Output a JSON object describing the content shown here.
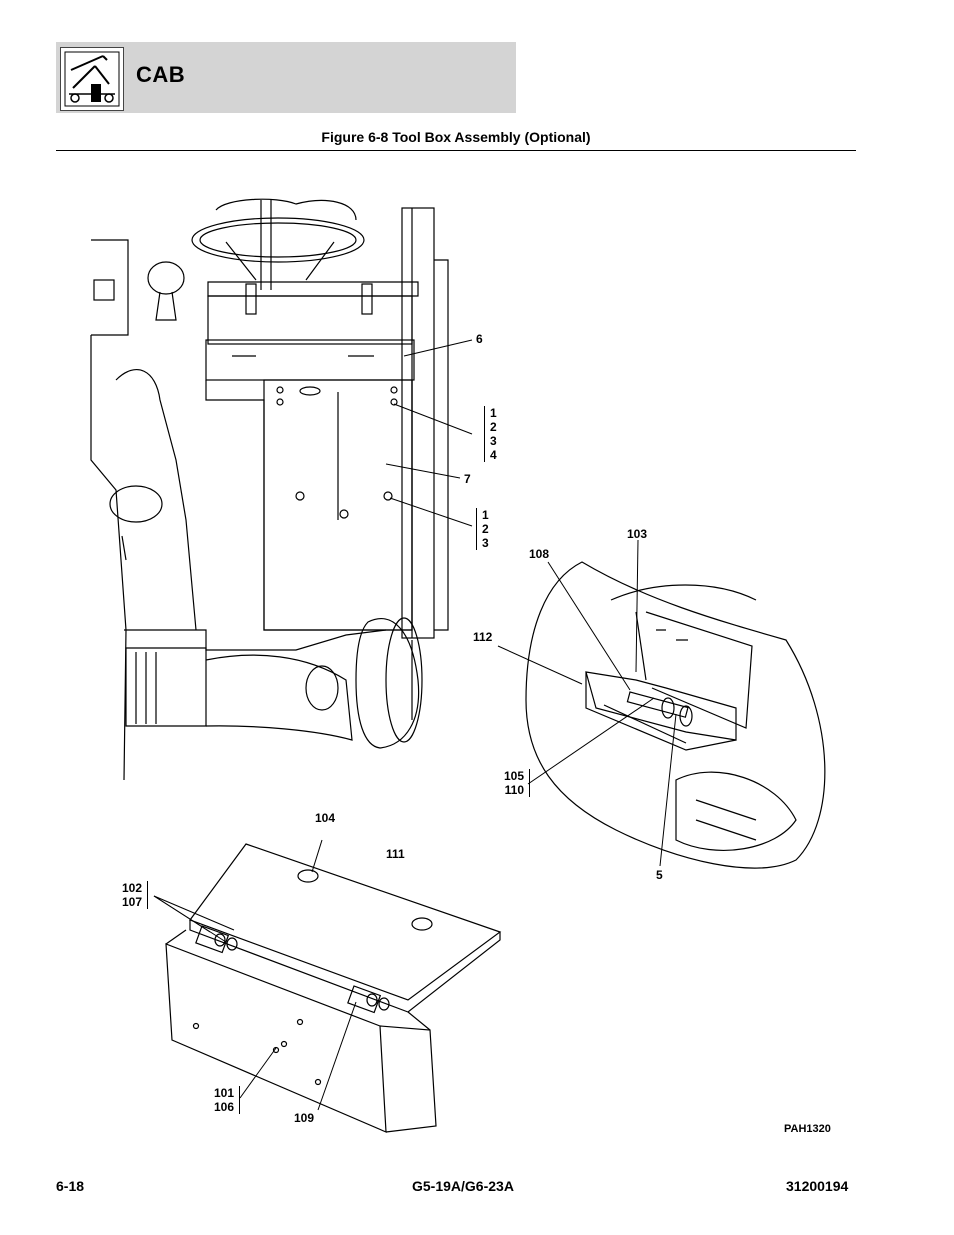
{
  "header": {
    "section_title": "CAB",
    "icon": "telehandler-machine-icon"
  },
  "figure": {
    "title": "Figure 6-8 Tool Box Assembly (Optional)",
    "drawing_id": "PAH1320"
  },
  "callouts": {
    "c6": "6",
    "c1234": [
      "1",
      "2",
      "3",
      "4"
    ],
    "c7": "7",
    "c123": [
      "1",
      "2",
      "3"
    ],
    "c103": "103",
    "c108": "108",
    "c112": "112",
    "c105_110": [
      "105",
      "110"
    ],
    "c5": "5",
    "c104": "104",
    "c111": "111",
    "c102_107": [
      "102",
      "107"
    ],
    "c101_106": [
      "101",
      "106"
    ],
    "c109": "109"
  },
  "footer": {
    "page": "6-18",
    "model": "G5-19A/G6-23A",
    "doc_number": "31200194"
  }
}
